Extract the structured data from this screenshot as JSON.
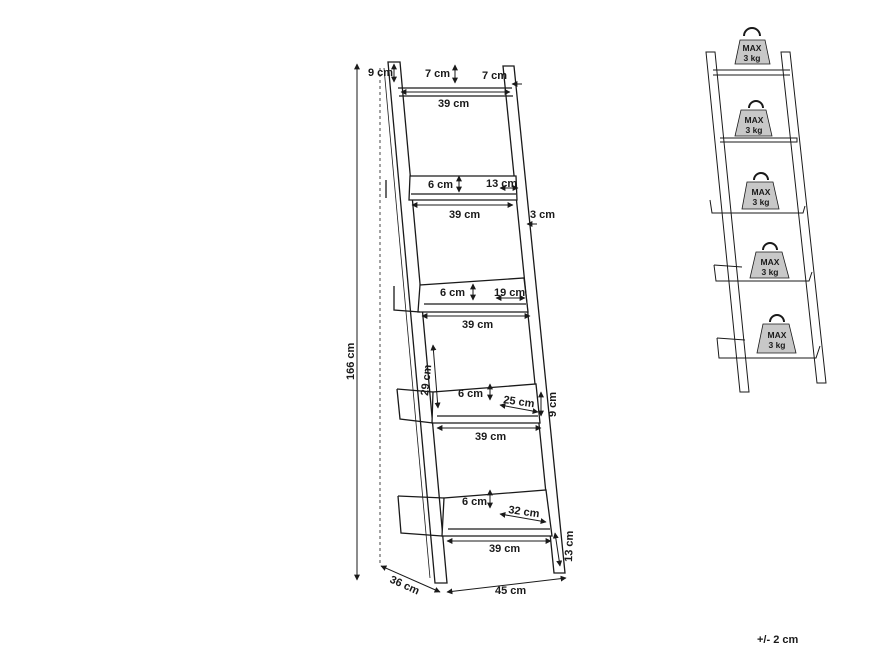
{
  "diagram": {
    "dimensions": {
      "top_height": "9 cm",
      "top_depth": "7 cm",
      "top_depth_2": "7 cm",
      "top_width": "39 cm",
      "shelf2_lip": "6 cm",
      "shelf2_depth": "13 cm",
      "shelf2_width": "39 cm",
      "leg_thickness": "3 cm",
      "shelf3_lip": "6 cm",
      "shelf3_depth": "19 cm",
      "shelf3_width": "39 cm",
      "shelf_spacing": "29 cm",
      "shelf4_lip": "6 cm",
      "shelf4_depth": "25 cm",
      "shelf4_side": "9 cm",
      "shelf4_width": "39 cm",
      "shelf5_lip": "6 cm",
      "shelf5_depth": "32 cm",
      "shelf5_width": "39 cm",
      "bottom_height": "13 cm",
      "total_height": "166 cm",
      "base_depth": "36 cm",
      "base_width": "45 cm"
    },
    "load_labels": [
      {
        "max": "MAX",
        "weight": "3 kg"
      },
      {
        "max": "MAX",
        "weight": "3 kg"
      },
      {
        "max": "MAX",
        "weight": "3 kg"
      },
      {
        "max": "MAX",
        "weight": "3 kg"
      },
      {
        "max": "MAX",
        "weight": "3 kg"
      }
    ],
    "tolerance": "+/- 2 cm"
  }
}
